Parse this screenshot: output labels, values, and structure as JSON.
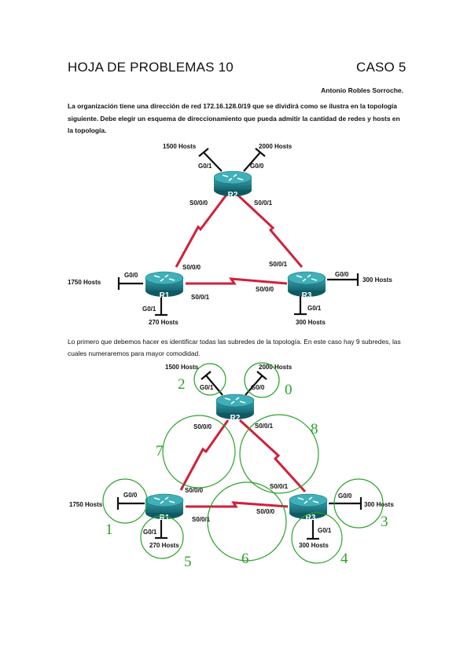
{
  "header": {
    "title": "HOJA DE PROBLEMAS 10",
    "case": "CASO 5"
  },
  "author": "Antonio Robles Sorroche.",
  "intro": {
    "before": "La organización tiene una dirección de red ",
    "network": "172.16.128.0/19",
    "after": " que se dividirá como se ilustra en la topología siguiente. Debe elegir un esquema de direccionamiento que pueda admitir la cantidad de redes y hosts en la topología."
  },
  "paragraph2": "Lo primero que debemos hacer es identificar todas las subredes de la topología. En este caso hay 9 subredes, las cuales numeraremos para mayor comodidad.",
  "topology": {
    "routers": {
      "r1": "R1",
      "r2": "R2",
      "r3": "R3"
    },
    "hosts": {
      "r2_g01": "1500 Hosts",
      "r2_g00": "2000 Hosts",
      "r1_g00": "1750 Hosts",
      "r1_g01": "270 Hosts",
      "r3_g00": "300 Hosts",
      "r3_g01": "300 Hosts"
    },
    "interfaces": {
      "g01": "G0/1",
      "g00": "G0/0",
      "s000": "S0/0/0",
      "s001": "S0/0/1"
    }
  },
  "subnet_numbers": [
    "0",
    "1",
    "2",
    "3",
    "4",
    "5",
    "6",
    "7",
    "8"
  ],
  "colors": {
    "link": "#d0203a",
    "router": "#1f7d86",
    "circle": "#2aa22a"
  }
}
